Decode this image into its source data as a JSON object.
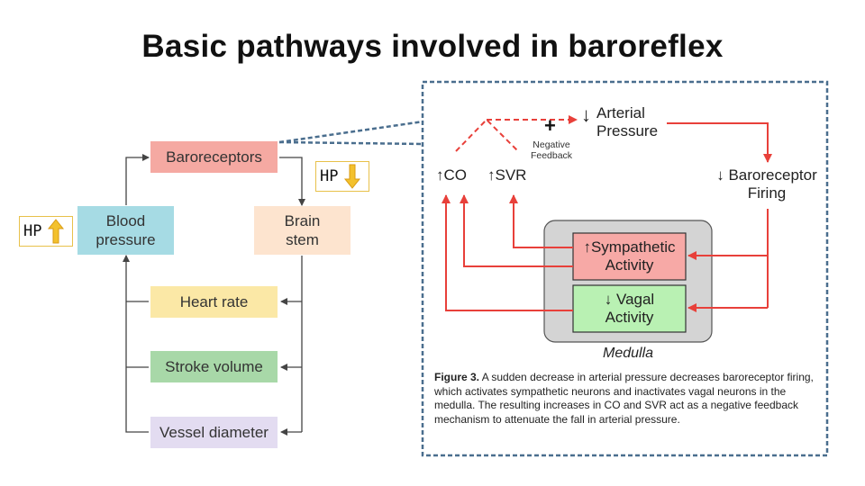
{
  "title": "Basic pathways involved in baroreflex",
  "left_diagram": {
    "baroreceptors": "Baroreceptors",
    "blood_pressure": [
      "Blood",
      "pressure"
    ],
    "brain_stem": [
      "Brain",
      "stem"
    ],
    "heart_rate": "Heart rate",
    "stroke_volume": "Stroke volume",
    "vessel_diameter": "Vessel diameter",
    "hp_up_label": "HP",
    "hp_down_label": "HP"
  },
  "figure": {
    "arterial_pressure": [
      "Arterial",
      "Pressure"
    ],
    "arterial_arrow": "↓",
    "plus": "+",
    "negative_feedback": [
      "Negative",
      "Feedback"
    ],
    "co": "↑CO",
    "svr": "↑SVR",
    "baroreceptor_firing": [
      "↓ Baroreceptor",
      "Firing"
    ],
    "sympathetic": [
      "↑Sympathetic",
      "Activity"
    ],
    "vagal": [
      "↓ Vagal",
      "Activity"
    ],
    "medulla": "Medulla",
    "caption_label": "Figure 3.",
    "caption_text": "A sudden decrease in arterial pressure decreases baroreceptor firing, which activates sympathetic neurons and inactivates vagal neurons in the medulla. The resulting increases in CO and SVR act as a negative feedback mechanism to attenuate the fall in arterial pressure."
  },
  "colors": {
    "baroreceptors": "#f5a9a2",
    "blood_pressure": "#a6dbe4",
    "brain_stem": "#fde4cf",
    "heart_rate": "#fbe8a6",
    "stroke_volume": "#a8d8a8",
    "vessel_diameter": "#e3dcf1",
    "red": "#e8403a",
    "dashed_border": "#4a6e8e"
  }
}
